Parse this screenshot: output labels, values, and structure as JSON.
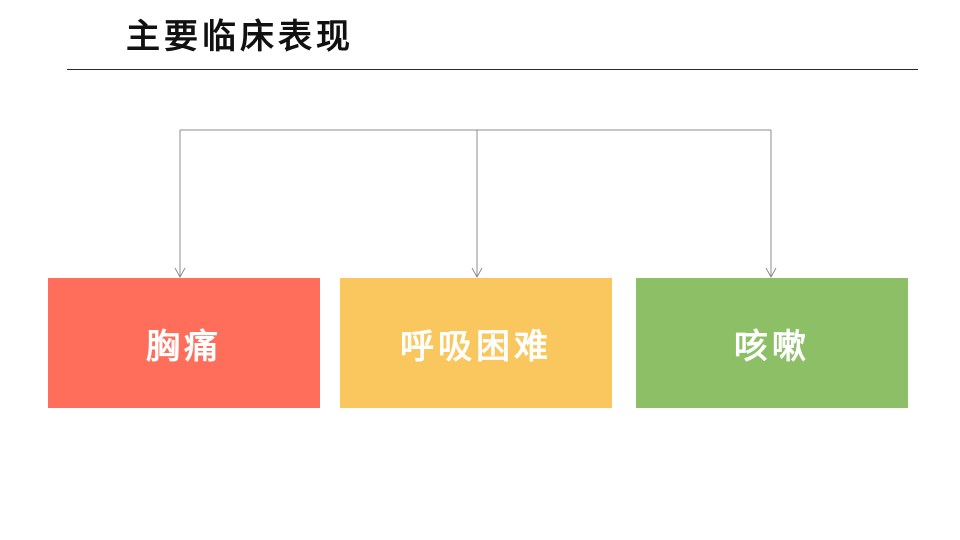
{
  "title": "主要临床表现",
  "boxes": [
    {
      "label": "胸痛",
      "color": "#FF6E5A"
    },
    {
      "label": "呼吸困难",
      "color": "#F9C75D"
    },
    {
      "label": "咳嗽",
      "color": "#8DBF66"
    }
  ],
  "connector_color": "#8c8c8c"
}
